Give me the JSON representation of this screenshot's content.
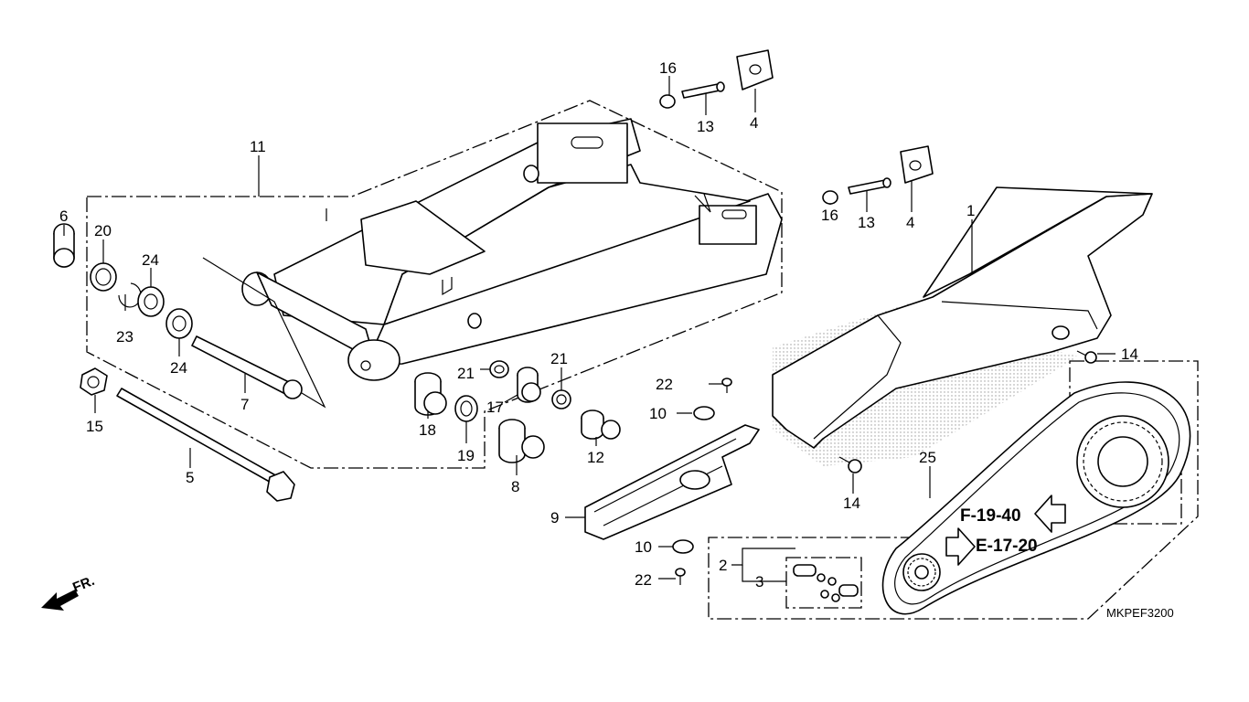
{
  "diagram": {
    "code": "MKPEF3200",
    "front_label": "FR.",
    "ref_f": "F-19-40",
    "ref_e": "E-17-20"
  },
  "callouts": [
    {
      "id": "1",
      "label": "1"
    },
    {
      "id": "2",
      "label": "2"
    },
    {
      "id": "3",
      "label": "3"
    },
    {
      "id": "4a",
      "label": "4"
    },
    {
      "id": "4b",
      "label": "4"
    },
    {
      "id": "5",
      "label": "5"
    },
    {
      "id": "6",
      "label": "6"
    },
    {
      "id": "7",
      "label": "7"
    },
    {
      "id": "8",
      "label": "8"
    },
    {
      "id": "9",
      "label": "9"
    },
    {
      "id": "10a",
      "label": "10"
    },
    {
      "id": "10b",
      "label": "10"
    },
    {
      "id": "11",
      "label": "11"
    },
    {
      "id": "12",
      "label": "12"
    },
    {
      "id": "13a",
      "label": "13"
    },
    {
      "id": "13b",
      "label": "13"
    },
    {
      "id": "14a",
      "label": "14"
    },
    {
      "id": "14b",
      "label": "14"
    },
    {
      "id": "15",
      "label": "15"
    },
    {
      "id": "16a",
      "label": "16"
    },
    {
      "id": "16b",
      "label": "16"
    },
    {
      "id": "17",
      "label": "17"
    },
    {
      "id": "18",
      "label": "18"
    },
    {
      "id": "19",
      "label": "19"
    },
    {
      "id": "20",
      "label": "20"
    },
    {
      "id": "21a",
      "label": "21"
    },
    {
      "id": "21b",
      "label": "21"
    },
    {
      "id": "22a",
      "label": "22"
    },
    {
      "id": "22b",
      "label": "22"
    },
    {
      "id": "23",
      "label": "23"
    },
    {
      "id": "24a",
      "label": "24"
    },
    {
      "id": "24b",
      "label": "24"
    },
    {
      "id": "25",
      "label": "25"
    }
  ]
}
